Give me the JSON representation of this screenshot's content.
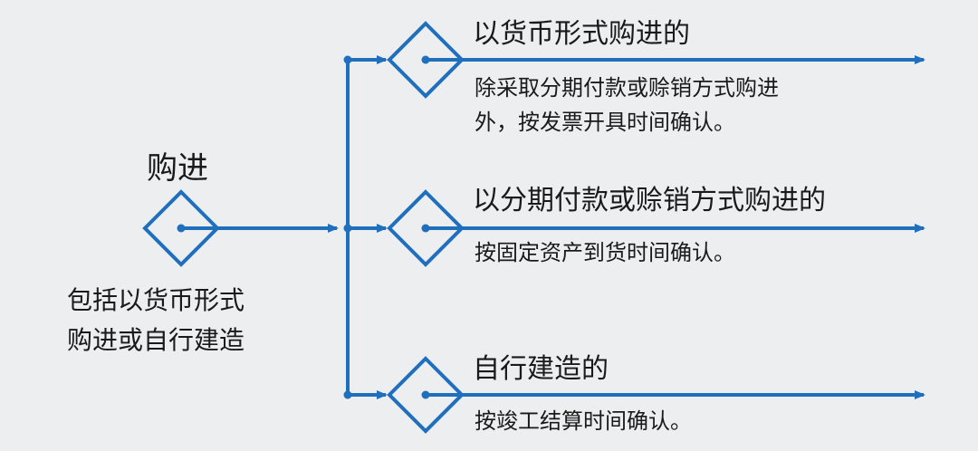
{
  "diagram": {
    "line_color": "#1f6fbd",
    "root": {
      "title": "购进",
      "description": "包括以货币形式\n购进或自行建造"
    },
    "branches": [
      {
        "title": "以货币形式购进的",
        "description": "除采取分期付款或赊销方式购进\n外，按发票开具时间确认。"
      },
      {
        "title": "以分期付款或赊销方式购进的",
        "description": "按固定资产到货时间确认。"
      },
      {
        "title": "自行建造的",
        "description": "按竣工结算时间确认。"
      }
    ]
  }
}
